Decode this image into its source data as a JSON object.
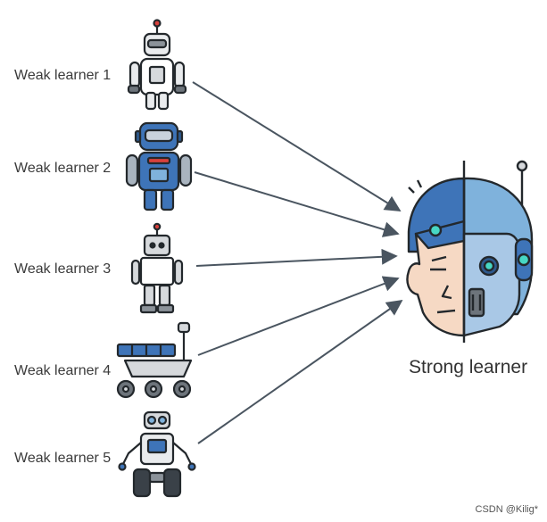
{
  "weak_learners": [
    {
      "label": "Weak learner 1",
      "icon": "white-robot-icon"
    },
    {
      "label": "Weak learner 2",
      "icon": "blue-robot-icon"
    },
    {
      "label": "Weak learner 3",
      "icon": "boxy-robot-icon"
    },
    {
      "label": "Weak learner 4",
      "icon": "rover-robot-icon"
    },
    {
      "label": "Weak learner 5",
      "icon": "tracked-robot-icon"
    }
  ],
  "strong_learner": {
    "label": "Strong learner",
    "icon": "cyborg-head-icon"
  },
  "watermark": "CSDN @Kilig*",
  "colors": {
    "arrow": "#4a5560",
    "outline": "#23282c",
    "blue": "#3e74b8",
    "light_blue": "#7fb2dc",
    "grey": "#d6d9dc",
    "skin": "#f6d9c4",
    "teal": "#47d7c4",
    "red": "#d8413c"
  }
}
